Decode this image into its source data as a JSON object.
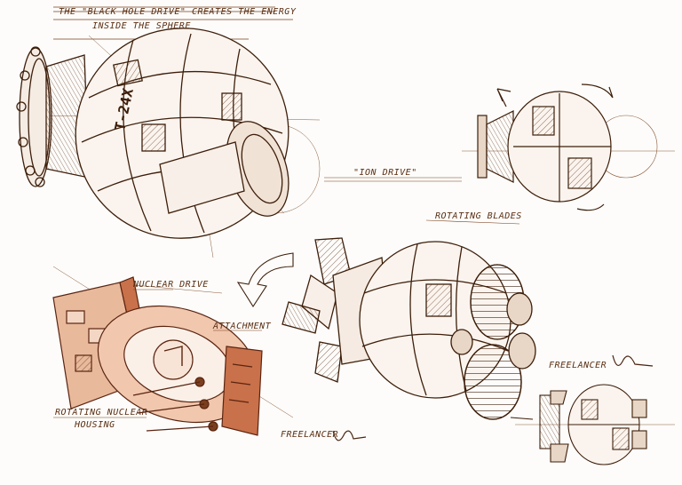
{
  "annotations": {
    "black_hole_line1": "THE \"BLACK HOLE DRIVE\" CREATES THE ENERGY",
    "black_hole_line2": "INSIDE THE SPHERE",
    "hull_marking": "T-24X",
    "ion_drive": "\"ION DRIVE\"",
    "rotating_blades": "ROTATING BLADES",
    "nuclear_drive": "NUCLEAR DRIVE",
    "attachment": "ATTACHMENT",
    "rotating_nuclear_line1": "ROTATING NUCLEAR",
    "rotating_nuclear_line2": "HOUSING",
    "freelancer_1": "FREELANCER",
    "freelancer_2": "FREELANCER"
  },
  "colors": {
    "ink": "#5a2e12",
    "dark_ink": "#3d1e0a",
    "sepia_wash": "#c9714a",
    "paper": "#fdfcfa"
  }
}
